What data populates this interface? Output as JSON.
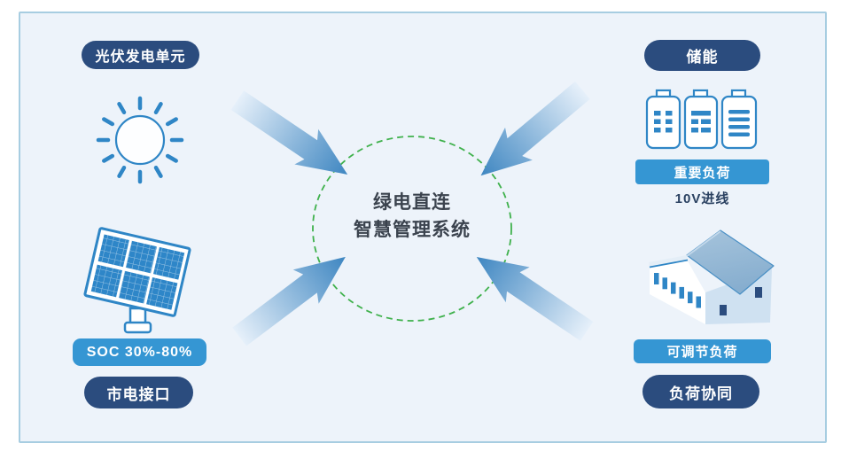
{
  "center": {
    "line1": "绿电直连",
    "line2": "智慧管理系统"
  },
  "pv": {
    "label": "光伏发电单元"
  },
  "mains": {
    "soc_badge": "SOC 30%-80%",
    "label": "市电接口"
  },
  "storage": {
    "label": "储能",
    "badge": "重要负荷",
    "note": "10V进线"
  },
  "load": {
    "badge": "可调节负荷",
    "label": "负荷协同"
  },
  "icons": {
    "sun": "sun-icon",
    "solar_panel": "solar-panel-icon",
    "batteries": "battery-group-icon",
    "warehouse": "warehouse-icon",
    "arrow": "inward-flow-arrow"
  },
  "colors": {
    "panel_bg": "#edf3fa",
    "panel_border": "#a7cde1",
    "navy_pill": "#2b4c7e",
    "blue_badge": "#3596d3",
    "icon_blue": "#2f86c6",
    "arrow_gradient_start": "#e6f0fa",
    "arrow_gradient_end": "#3e86c1",
    "dashed_circle_green": "#3fb14c",
    "title_text": "#3b434e",
    "roof_blue": "#8fb3d3",
    "wall_blue": "#cfe1f1"
  }
}
